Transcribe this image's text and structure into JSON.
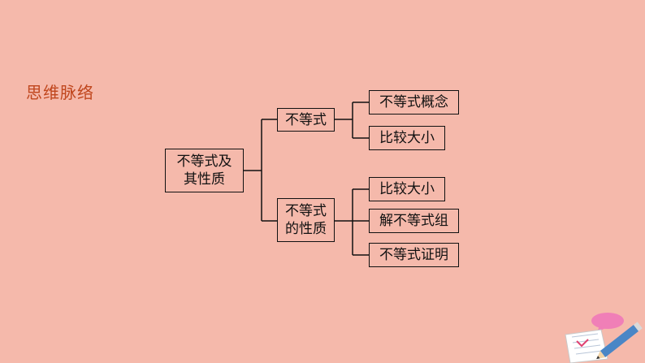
{
  "heading": "思维脉络",
  "root": {
    "label": "不等式及\n其性质"
  },
  "branches": [
    {
      "label": "不等式",
      "children": [
        "不等式概念",
        "比较大小"
      ]
    },
    {
      "label": "不等式\n的性质",
      "children": [
        "比较大小",
        "解不等式组",
        "不等式证明"
      ]
    }
  ],
  "colors": {
    "background": "#F5B9AB",
    "heading": "#C0461D",
    "line": "#111111"
  },
  "decoration": "pencil-and-paper-icon"
}
